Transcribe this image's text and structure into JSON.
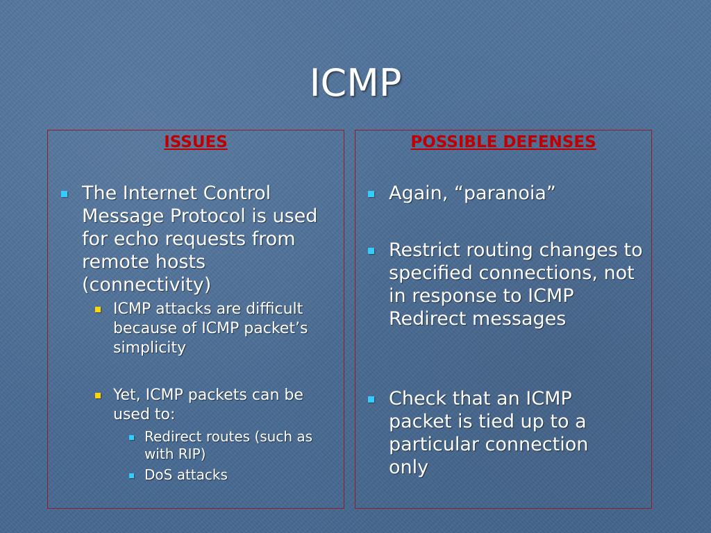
{
  "slide": {
    "title": "ICMP",
    "colors": {
      "background": "#4a6c94",
      "heading": "#c00000",
      "panel_border": "#8e1f2a",
      "bullet_primary": "#33ccff",
      "bullet_secondary": "#ffd700",
      "text": "#ffffff"
    }
  },
  "issues": {
    "heading": "ISSUES",
    "bullet1": "The Internet Control Message Protocol is used for echo requests from remote hosts (connectivity)",
    "sub1": "ICMP attacks are difficult because of ICMP packet’s simplicity",
    "sub2": "Yet, ICMP packets can be used to:",
    "subsub1": "Redirect routes (such as with RIP)",
    "subsub2": "DoS attacks"
  },
  "defenses": {
    "heading": "POSSIBLE DEFENSES",
    "bullet1": "Again, “paranoia”",
    "bullet2": "Restrict routing changes to specified connections, not in response to ICMP Redirect messages",
    "bullet3": "Check that an ICMP packet is tied up to a particular connection only"
  }
}
